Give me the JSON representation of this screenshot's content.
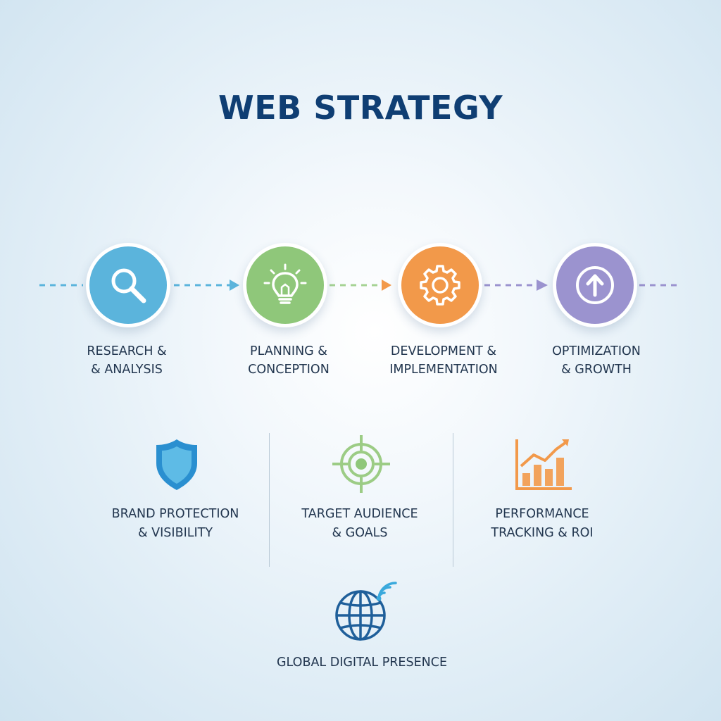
{
  "title": "WEB STRATEGY",
  "colors": {
    "title": "#0f3e73",
    "research": "#5bb4dc",
    "planning": "#8fc77a",
    "development": "#f2994a",
    "optimization": "#9b93cf",
    "text": "#22364f"
  },
  "steps": [
    {
      "icon": "magnifier-icon",
      "label_line1": "RESEARCH &",
      "label_line2": "& ANALYSIS"
    },
    {
      "icon": "lightbulb-icon",
      "label_line1": "PLANNING &",
      "label_line2": "CONCEPTION"
    },
    {
      "icon": "gear-icon",
      "label_line1": "DEVELOPMENT &",
      "label_line2": "IMPLEMENTATION"
    },
    {
      "icon": "arrow-up-icon",
      "label_line1": "OPTIMIZATION",
      "label_line2": "& GROWTH"
    }
  ],
  "features": [
    {
      "icon": "shield-icon",
      "label_line1": "BRAND PROTECTION",
      "label_line2": "& VISIBILITY"
    },
    {
      "icon": "target-icon",
      "label_line1": "TARGET AUDIENCE",
      "label_line2": "& GOALS"
    },
    {
      "icon": "bar-chart-icon",
      "label_line1": "PERFORMANCE",
      "label_line2": "TRACKING & ROI"
    }
  ],
  "bottom": {
    "icon": "globe-icon",
    "label": "GLOBAL DIGITAL PRESENCE"
  }
}
